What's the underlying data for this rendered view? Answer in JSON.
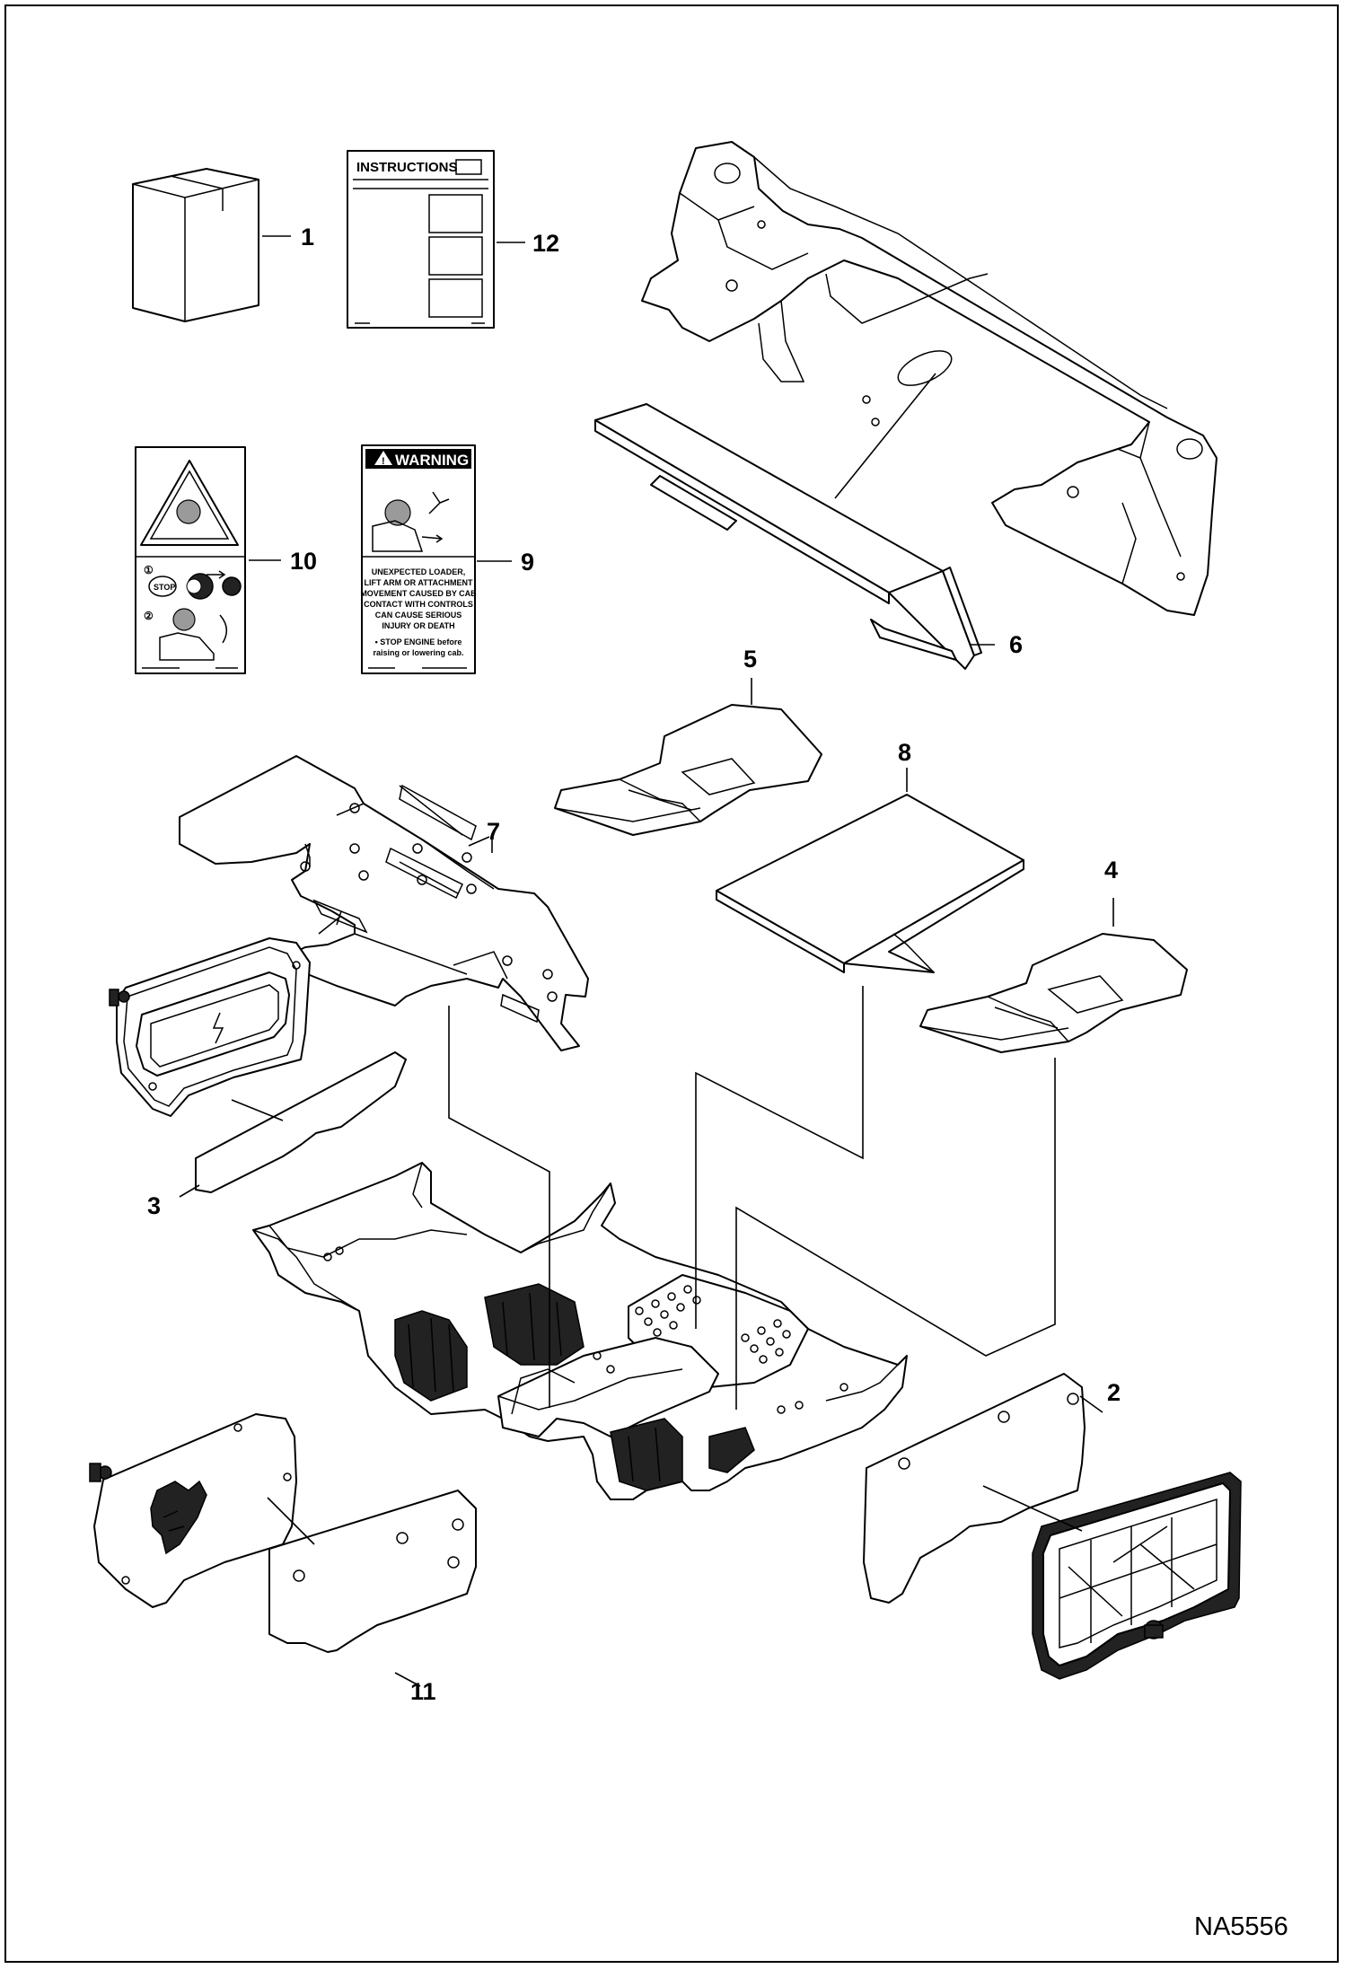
{
  "callouts": [
    {
      "id": "1",
      "label": "1"
    },
    {
      "id": "2",
      "label": "2"
    },
    {
      "id": "3",
      "label": "3"
    },
    {
      "id": "4",
      "label": "4"
    },
    {
      "id": "5",
      "label": "5"
    },
    {
      "id": "6",
      "label": "6"
    },
    {
      "id": "7",
      "label": "7"
    },
    {
      "id": "8",
      "label": "8"
    },
    {
      "id": "9",
      "label": "9"
    },
    {
      "id": "10",
      "label": "10"
    },
    {
      "id": "11",
      "label": "11"
    },
    {
      "id": "12",
      "label": "12"
    }
  ],
  "instructions_card": {
    "title": "INSTRUCTIONS"
  },
  "warning_decal": {
    "title": "WARNING",
    "lines": [
      "UNEXPECTED LOADER,",
      "LIFT ARM OR ATTACHMENT",
      "MOVEMENT CAUSED BY CAB",
      "CONTACT WITH CONTROLS",
      "CAN CAUSE SERIOUS",
      "INJURY OR DEATH"
    ],
    "instruction": "• STOP ENGINE before",
    "instruction2": "raising or lowering cab."
  },
  "stop_decal": {
    "step1": "①",
    "step2": "②",
    "stop_label": "STOP"
  },
  "document_id": "NA5556"
}
